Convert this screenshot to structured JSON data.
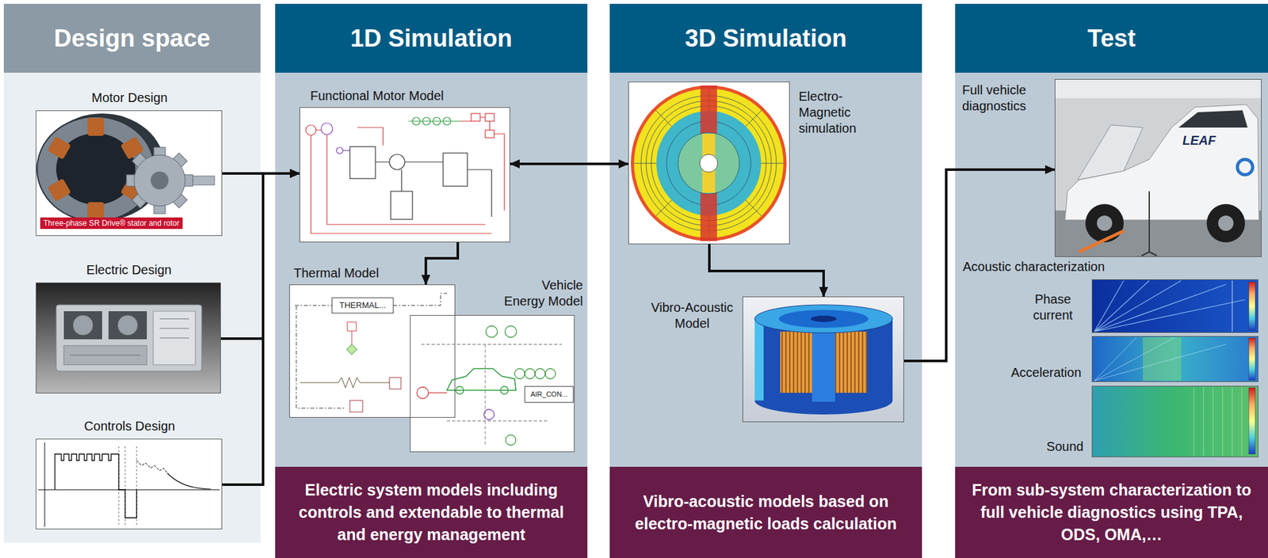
{
  "diagram": {
    "nodes": [
      {
        "text": [
          "Design space"
        ]
      },
      {
        "text": [
          "Motor Design",
          "Three-phase SR Drive® stator and rotor"
        ],
        "in": 0
      },
      {
        "text": [
          "Electric Design"
        ],
        "in": 0
      },
      {
        "text": [
          "Controls Design"
        ],
        "in": 0
      },
      {
        "text": [
          "1D Simulation"
        ]
      },
      {
        "text": [
          "Functional Motor Model"
        ],
        "in": 4
      },
      {
        "text": [
          "Thermal Model"
        ],
        "in": 4
      },
      {
        "text": [
          "Vehicle Energy Model"
        ],
        "in": 4
      },
      {
        "text": [
          "Electric system models including controls and extendable to thermal and energy management"
        ],
        "in": 4
      },
      {
        "text": [
          "3D Simulation"
        ]
      },
      {
        "text": [
          "Electro-Magnetic simulation"
        ],
        "in": 9
      },
      {
        "text": [
          "Vibro-Acoustic Model"
        ],
        "in": 9
      },
      {
        "text": [
          "Vibro-acoustic models based on electro-magnetic loads calculation"
        ],
        "in": 9
      },
      {
        "text": [
          "Test"
        ]
      },
      {
        "text": [
          "Full vehicle diagnostics"
        ],
        "in": 13
      },
      {
        "text": [
          "Phase current"
        ],
        "in": 13
      },
      {
        "text": [
          "Acceleration"
        ],
        "in": 13
      },
      {
        "text": [
          "Sound"
        ],
        "in": 13
      },
      {
        "text": [
          "From sub-system characterization to full vehicle diagnostics using TPA, ODS, OMA,…"
        ],
        "in": 13
      }
    ],
    "edges": [
      {
        "from": 1,
        "to": 5,
        "arrow": "to"
      },
      {
        "from": 2,
        "to": 5,
        "arrow": "to"
      },
      {
        "from": 3,
        "to": 5,
        "arrow": "to"
      },
      {
        "from": 5,
        "to": 10,
        "arrow": "both"
      },
      {
        "from": 5,
        "to": 6,
        "arrow": "to"
      },
      {
        "from": 10,
        "to": 11,
        "arrow": "to"
      },
      {
        "from": 11,
        "to": 14,
        "arrow": "to"
      }
    ],
    "labels": [
      "THERMAL...",
      "AIR_CON...",
      "Acoustic characterization",
      "LEAF"
    ]
  }
}
